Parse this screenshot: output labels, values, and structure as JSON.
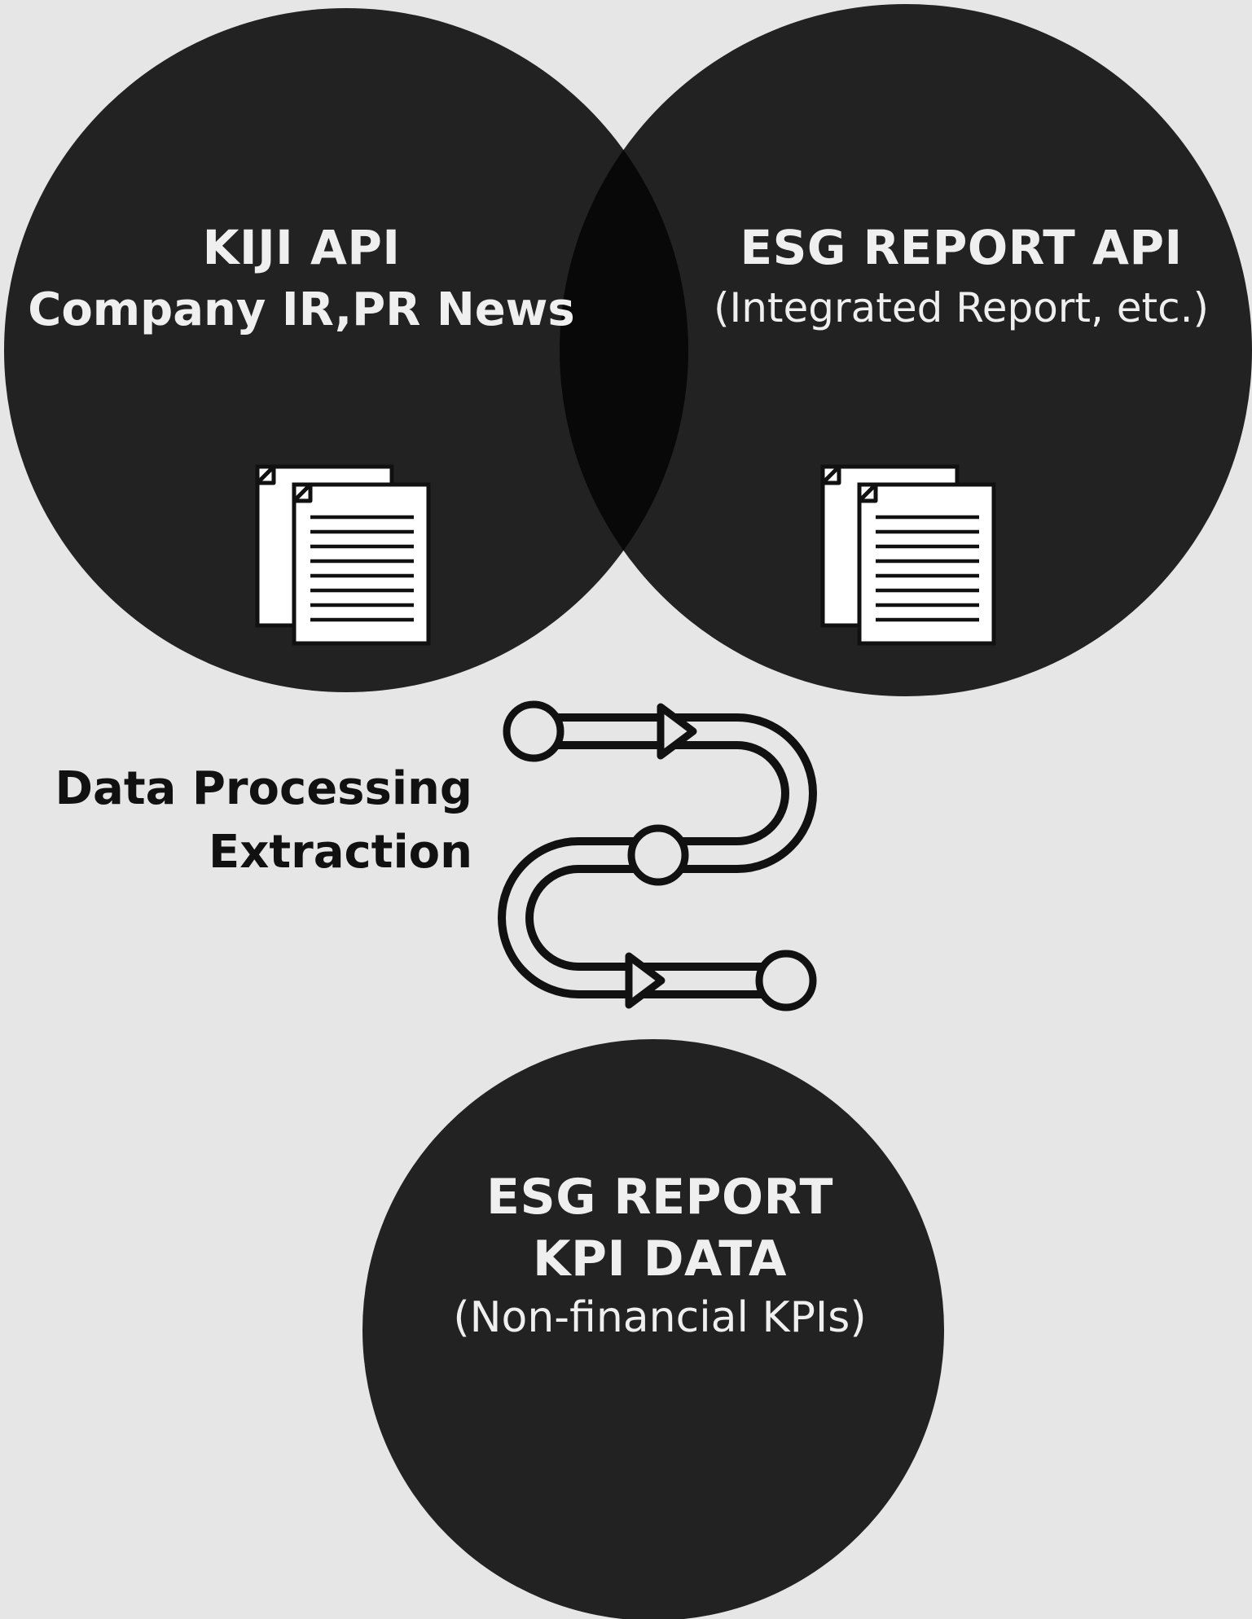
{
  "colors": {
    "background": "#e6e6e6",
    "circle_fill": "#222222",
    "overlap_fill": "#080808",
    "circle_text": "#efefef",
    "process_text": "#111111",
    "icon_stroke": "#111111",
    "icon_fill": "#ffffff"
  },
  "nodes": {
    "kiji": {
      "title": "KIJI API",
      "subtitle": "Company IR,PR News",
      "icon": "documents-icon"
    },
    "esg_api": {
      "title": "ESG REPORT API",
      "subtitle": "(Integrated Report, etc.)",
      "icon": "documents-icon"
    },
    "kpi": {
      "title_line1": "ESG REPORT",
      "title_line2": "KPI DATA",
      "subtitle": "(Non-financial KPIs)"
    }
  },
  "process": {
    "line1": "Data Processing",
    "line2": "Extraction",
    "icon": "winding-path-icon"
  }
}
